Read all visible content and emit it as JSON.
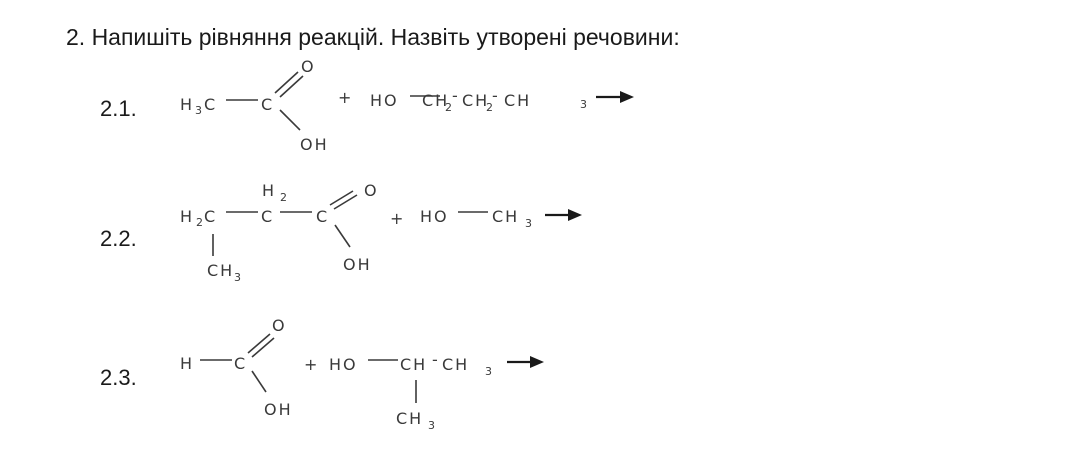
{
  "task": {
    "title": "2. Напишіть рівняння реакцій. Назвіть утворені речовини:"
  },
  "reactions": [
    {
      "label": "2.1.",
      "atoms": {
        "h3": "H",
        "sub3": "3",
        "c": "C",
        "c2": "C",
        "o": "O",
        "oh": "OH",
        "plus": "+",
        "ho": "HO",
        "ch": "CH",
        "sub2": "2",
        "dash": "-",
        "ch_b": "CH",
        "sub2b": "2",
        "dash_b": "-",
        "ch3": "CH",
        "sub3b": "3"
      }
    },
    {
      "label": "2.2.",
      "atoms": {
        "h2top": "H",
        "sub2top": "2",
        "h2c": "H",
        "sub2": "2",
        "c": "C",
        "cmid": "C",
        "cacid": "C",
        "o": "O",
        "oh": "OH",
        "ch3": "CH",
        "sub3": "3",
        "plus": "+",
        "ho": "HO",
        "ch3r": "CH",
        "sub3r": "3"
      }
    },
    {
      "label": "2.3.",
      "atoms": {
        "h": "H",
        "c": "C",
        "o": "O",
        "oh": "OH",
        "plus": "+",
        "ho": "HO",
        "ch": "CH",
        "dash": "-",
        "ch3": "CH",
        "sub3": "3",
        "ch3b": "CH",
        "sub3b": "3"
      }
    }
  ]
}
